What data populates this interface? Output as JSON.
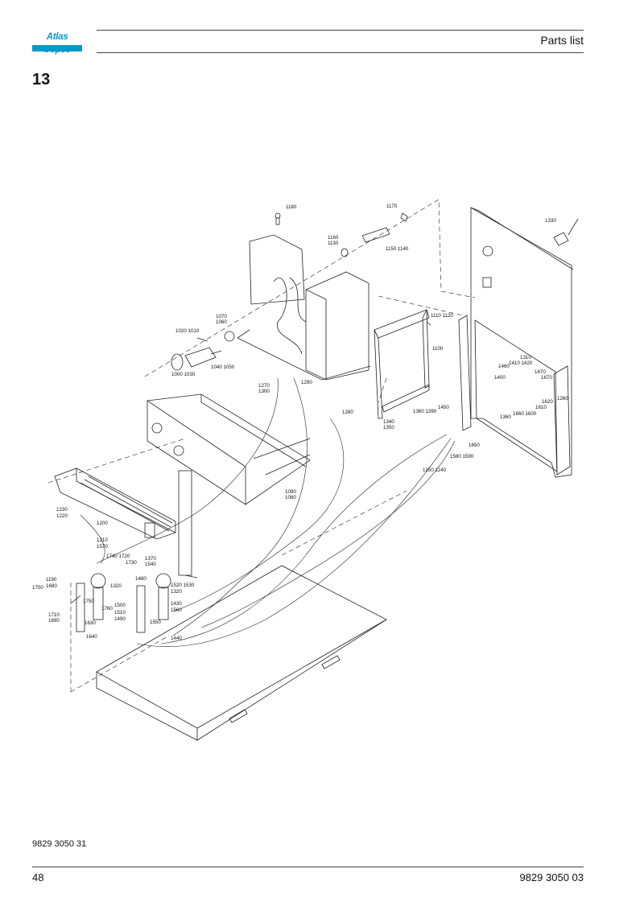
{
  "header": {
    "brand": "Atlas Copco",
    "title": "Parts list"
  },
  "section": {
    "number": "13"
  },
  "drawing": {
    "part_labels": [
      {
        "key": "1180",
        "text": "1180"
      },
      {
        "key": "1170",
        "text": "1170"
      },
      {
        "key": "1330",
        "text": "1330"
      },
      {
        "key": "1160",
        "text": "1160"
      },
      {
        "key": "1130",
        "text": "1130"
      },
      {
        "key": "1150-1140",
        "text": "1150 1140"
      },
      {
        "key": "1110-1120",
        "text": "1110 1120"
      },
      {
        "key": "1070",
        "text": "1070"
      },
      {
        "key": "1060",
        "text": "1060"
      },
      {
        "key": "1020-1010",
        "text": "1020 1010"
      },
      {
        "key": "1040-1050",
        "text": "1040 1050"
      },
      {
        "key": "1000-1030",
        "text": "1000 1030"
      },
      {
        "key": "1100",
        "text": "1100"
      },
      {
        "key": "1310",
        "text": "1310"
      },
      {
        "key": "1410-1420",
        "text": "1410 1420"
      },
      {
        "key": "1460",
        "text": "1460"
      },
      {
        "key": "1400",
        "text": "1400"
      },
      {
        "key": "1470",
        "text": "1470"
      },
      {
        "key": "1670",
        "text": "1670"
      },
      {
        "key": "1270",
        "text": "1270"
      },
      {
        "key": "1300",
        "text": "1300"
      },
      {
        "key": "1290",
        "text": "1290"
      },
      {
        "key": "1260",
        "text": "1260"
      },
      {
        "key": "1620",
        "text": "1620"
      },
      {
        "key": "1610",
        "text": "1610"
      },
      {
        "key": "1660-1600",
        "text": "1660 1600"
      },
      {
        "key": "1360",
        "text": "1360"
      },
      {
        "key": "1450",
        "text": "1450"
      },
      {
        "key": "1380-1390",
        "text": "1380 1390"
      },
      {
        "key": "1280",
        "text": "1280"
      },
      {
        "key": "1340",
        "text": "1340"
      },
      {
        "key": "1350",
        "text": "1350"
      },
      {
        "key": "1650",
        "text": "1650"
      },
      {
        "key": "1580-1590",
        "text": "1580 1590"
      },
      {
        "key": "1250-1240",
        "text": "1250 1240"
      },
      {
        "key": "1090",
        "text": "1090"
      },
      {
        "key": "1080",
        "text": "1080"
      },
      {
        "key": "1230",
        "text": "1230"
      },
      {
        "key": "1220",
        "text": "1220"
      },
      {
        "key": "1200",
        "text": "1200"
      },
      {
        "key": "1210",
        "text": "1210"
      },
      {
        "key": "1570",
        "text": "1570"
      },
      {
        "key": "1740-1720",
        "text": "1740 1720"
      },
      {
        "key": "1730",
        "text": "1730"
      },
      {
        "key": "1370",
        "text": "1370"
      },
      {
        "key": "1540",
        "text": "1540"
      },
      {
        "key": "1190",
        "text": "1190"
      },
      {
        "key": "1680",
        "text": "1680"
      },
      {
        "key": "1700",
        "text": "1700"
      },
      {
        "key": "1320a",
        "text": "1320"
      },
      {
        "key": "1480",
        "text": "1480"
      },
      {
        "key": "1520-1530",
        "text": "1520 1530"
      },
      {
        "key": "1320b",
        "text": "1320"
      },
      {
        "key": "1750",
        "text": "1750"
      },
      {
        "key": "1760",
        "text": "1760"
      },
      {
        "key": "1500",
        "text": "1500"
      },
      {
        "key": "1430",
        "text": "1430"
      },
      {
        "key": "1560",
        "text": "1560"
      },
      {
        "key": "1510",
        "text": "1510"
      },
      {
        "key": "1490",
        "text": "1490"
      },
      {
        "key": "1710",
        "text": "1710"
      },
      {
        "key": "1690",
        "text": "1690"
      },
      {
        "key": "1630",
        "text": "1630"
      },
      {
        "key": "1550",
        "text": "1550"
      },
      {
        "key": "1640",
        "text": "1640"
      },
      {
        "key": "1440",
        "text": "1440"
      }
    ]
  },
  "footer": {
    "doc_id": "9829 3050 31",
    "page_number": "48",
    "doc_number": "9829 3050 03"
  },
  "colors": {
    "brand_blue": "#0099cc",
    "line": "#444444"
  }
}
